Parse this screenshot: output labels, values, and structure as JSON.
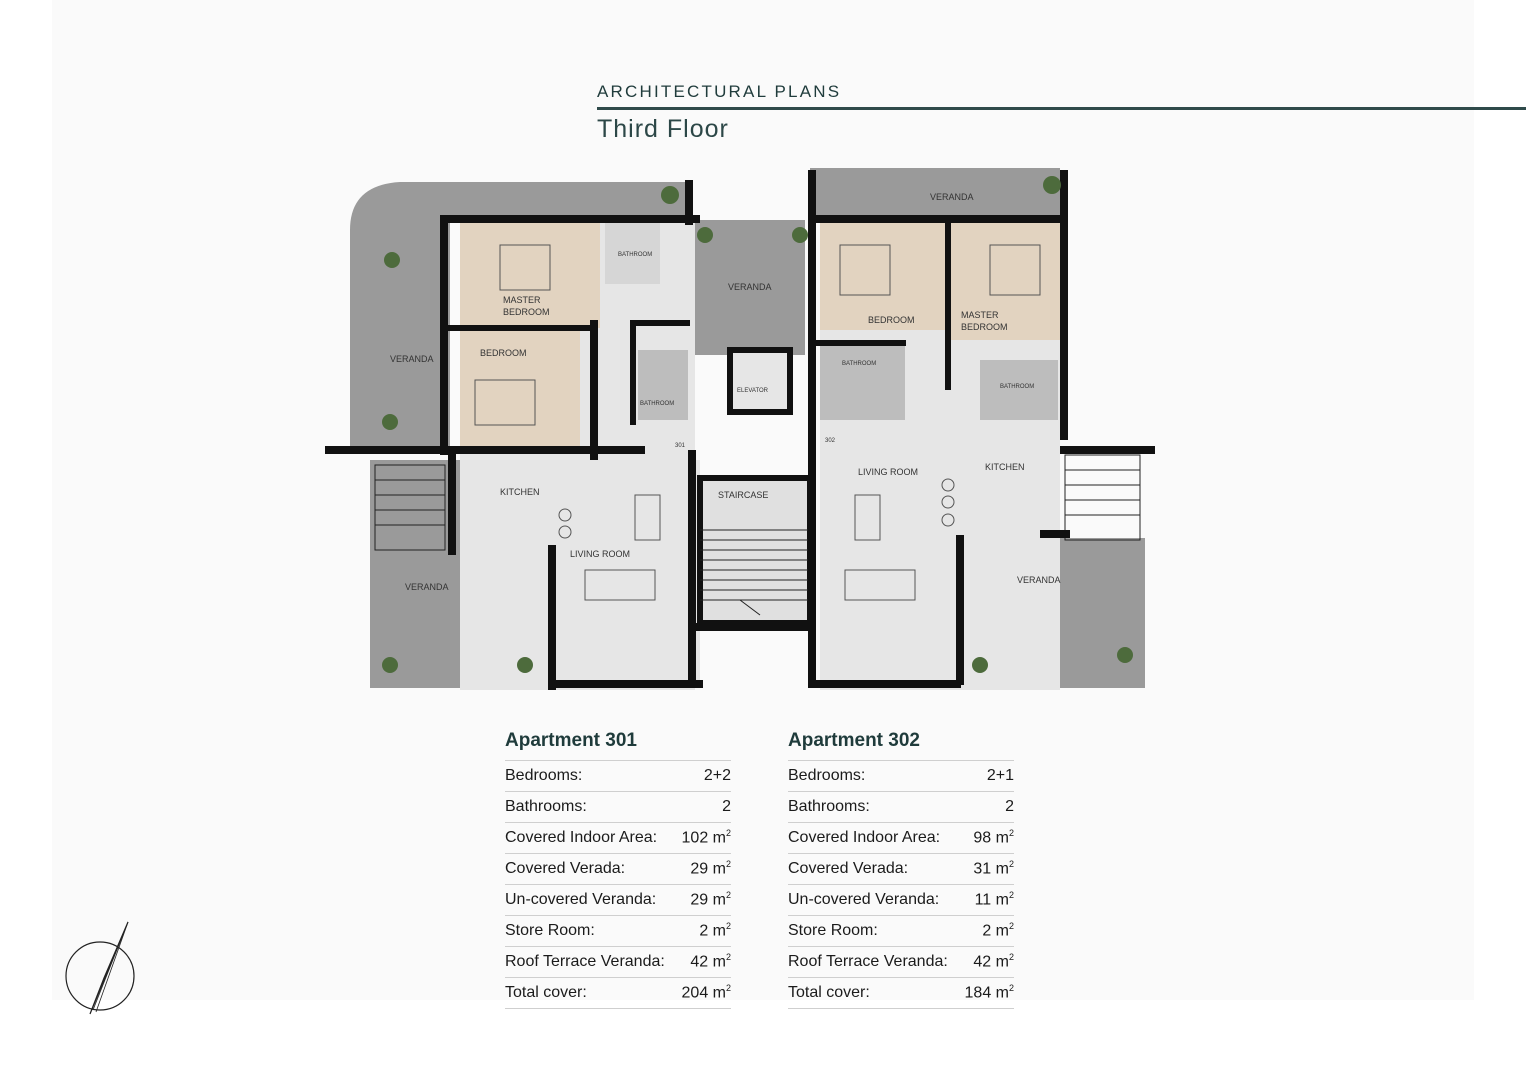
{
  "header": {
    "section": "ARCHITECTURAL PLANS",
    "title": "Third Floor"
  },
  "plan": {
    "labels": {
      "veranda": "VERANDA",
      "master_bedroom_1": "MASTER",
      "master_bedroom_2": "BEDROOM",
      "bedroom": "BEDROOM",
      "bathroom": "BATHROOM",
      "kitchen": "KITCHEN",
      "living_room": "LIVING ROOM",
      "elevator": "ELEVATOR",
      "staircase": "STAIRCASE",
      "door_301": "301",
      "door_302": "302"
    }
  },
  "apartments": [
    {
      "title": "Apartment 301",
      "rows": [
        {
          "label": "Bedrooms:",
          "value": "2+2"
        },
        {
          "label": "Bathrooms:",
          "value": "2"
        },
        {
          "label": "Covered Indoor Area:",
          "value": "102 m",
          "sup": "2"
        },
        {
          "label": "Covered Verada:",
          "value": "29 m",
          "sup": "2"
        },
        {
          "label": "Un-covered Veranda:",
          "value": "29 m",
          "sup": "2"
        },
        {
          "label": "Store Room:",
          "value": "2 m",
          "sup": "2"
        },
        {
          "label": "Roof Terrace Veranda:",
          "value": "42 m",
          "sup": "2"
        },
        {
          "label": "Total cover:",
          "value": "204 m",
          "sup": "2"
        }
      ]
    },
    {
      "title": "Apartment 302",
      "rows": [
        {
          "label": "Bedrooms:",
          "value": "2+1"
        },
        {
          "label": "Bathrooms:",
          "value": "2"
        },
        {
          "label": "Covered Indoor Area:",
          "value": "98 m",
          "sup": "2"
        },
        {
          "label": "Covered Verada:",
          "value": "31 m",
          "sup": "2"
        },
        {
          "label": "Un-covered Veranda:",
          "value": "11 m",
          "sup": "2"
        },
        {
          "label": "Store Room:",
          "value": "2 m",
          "sup": "2"
        },
        {
          "label": "Roof Terrace Veranda:",
          "value": "42 m",
          "sup": "2"
        },
        {
          "label": "Total cover:",
          "value": "184 m",
          "sup": "2"
        }
      ]
    }
  ],
  "colors": {
    "veranda": "#9a9a9a",
    "floor": "#e6e6e6",
    "bedroom": "#e2d3c0",
    "wall": "#111111",
    "accent": "#2f4a4a"
  },
  "icons": [
    "north-arrow-icon",
    "plant-icon",
    "bed-icon",
    "sofa-icon",
    "dining-table-icon"
  ]
}
